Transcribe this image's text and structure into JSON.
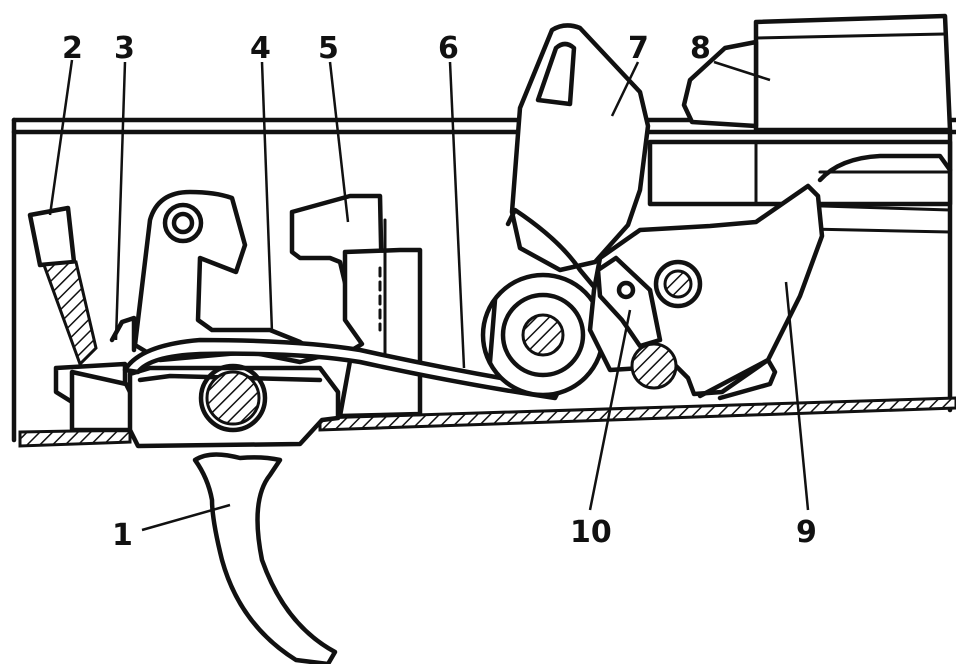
{
  "diagram": {
    "callouts": [
      {
        "id": "1",
        "label": "1"
      },
      {
        "id": "2",
        "label": "2"
      },
      {
        "id": "3",
        "label": "3"
      },
      {
        "id": "4",
        "label": "4"
      },
      {
        "id": "5",
        "label": "5"
      },
      {
        "id": "6",
        "label": "6"
      },
      {
        "id": "7",
        "label": "7"
      },
      {
        "id": "8",
        "label": "8"
      },
      {
        "id": "9",
        "label": "9"
      },
      {
        "id": "10",
        "label": "10"
      }
    ]
  },
  "colors": {
    "ink": "#111111",
    "paper": "#ffffff"
  }
}
